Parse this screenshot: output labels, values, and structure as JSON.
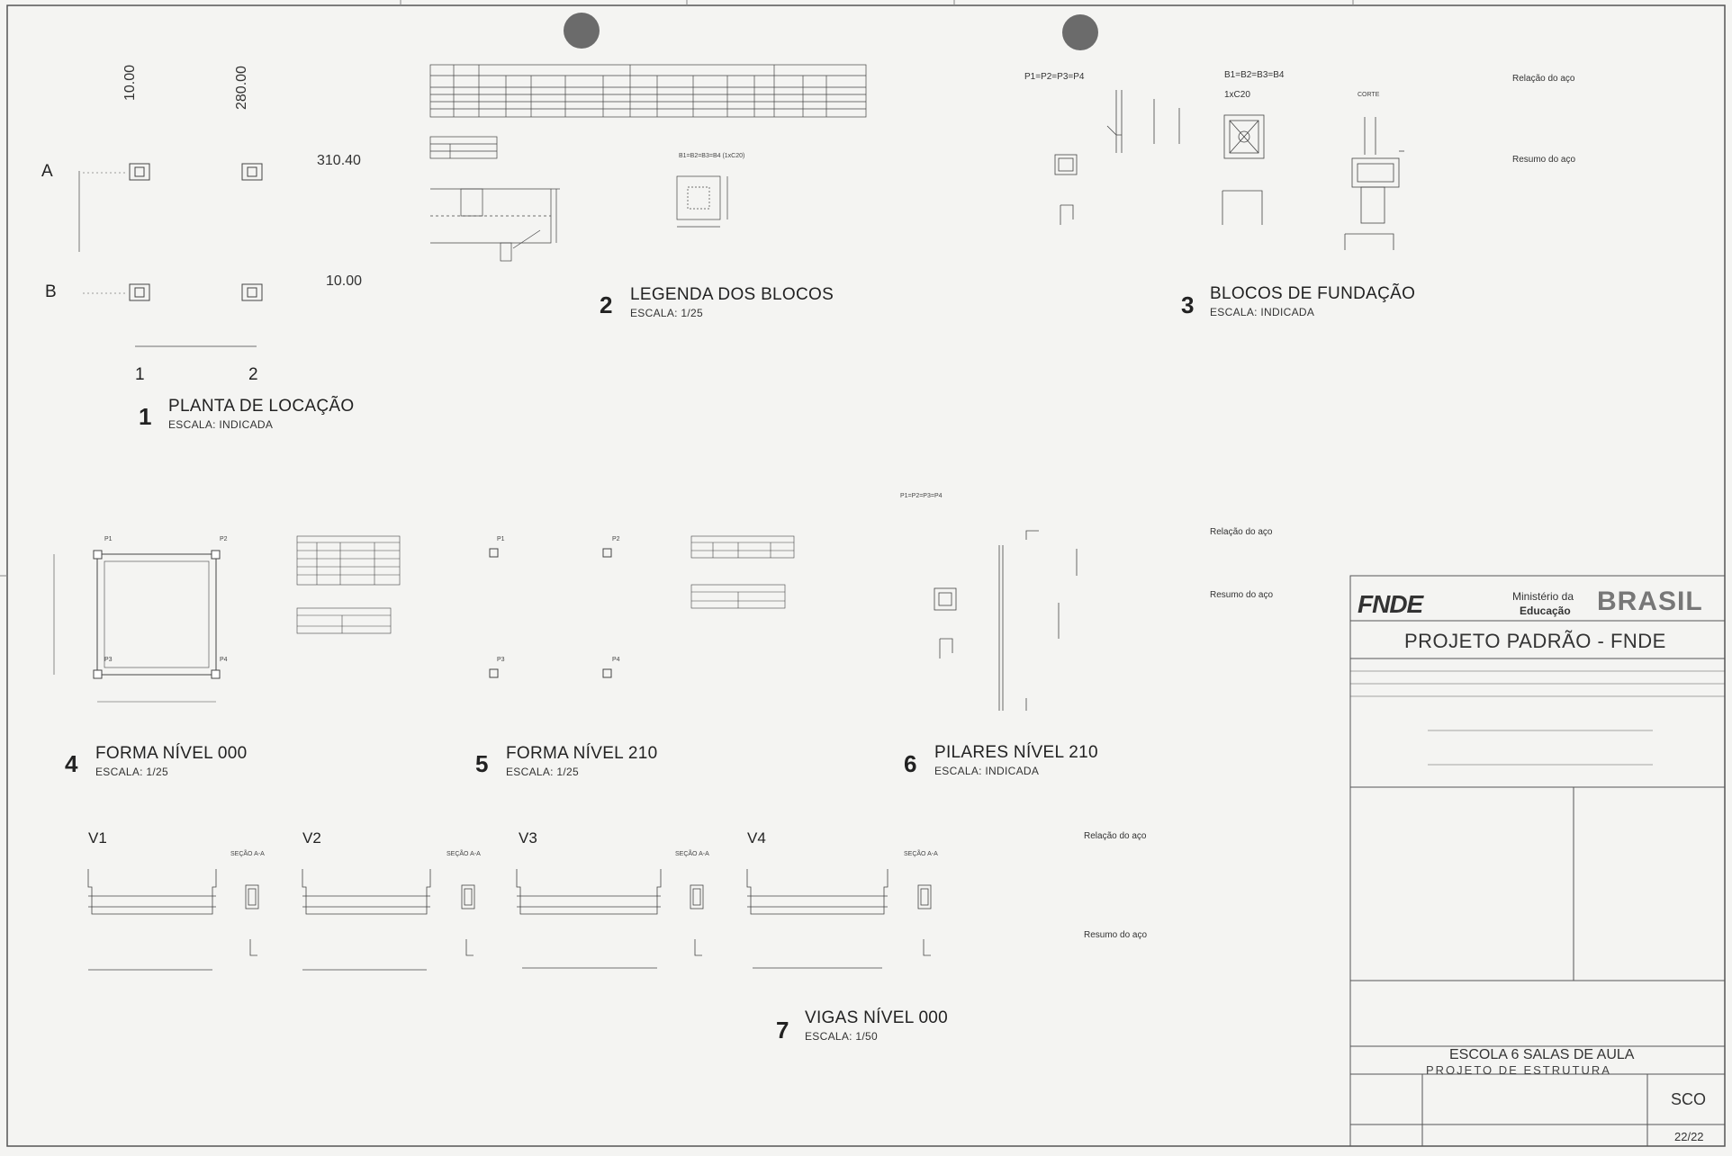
{
  "drawings": {
    "d1": {
      "number": "1",
      "title": "PLANTA DE LOCAÇÃO",
      "scale": "ESCALA: INDICADA"
    },
    "d2": {
      "number": "2",
      "title": "LEGENDA DOS BLOCOS",
      "scale": "ESCALA: 1/25"
    },
    "d3": {
      "number": "3",
      "title": "BLOCOS DE FUNDAÇÃO",
      "scale": "ESCALA: INDICADA"
    },
    "d4": {
      "number": "4",
      "title": "FORMA NÍVEL 000",
      "scale": "ESCALA: 1/25"
    },
    "d5": {
      "number": "5",
      "title": "FORMA NÍVEL 210",
      "scale": "ESCALA: 1/25"
    },
    "d6": {
      "number": "6",
      "title": "PILARES NÍVEL 210",
      "scale": "ESCALA: INDICADA"
    },
    "d7": {
      "number": "7",
      "title": "VIGAS NÍVEL 000",
      "scale": "ESCALA: 1/50"
    }
  },
  "planta_locacao": {
    "dim_top_1": "10.00",
    "dim_top_2": "280.00",
    "dim_right_1": "310.40",
    "dim_right_2": "10.00",
    "axis_a": "A",
    "axis_b": "B",
    "axis_1": "1",
    "axis_2": "2"
  },
  "blocos_labels": {
    "p_all": "P1=P2=P3=P4",
    "b_all": "B1=B2=B3=B4",
    "b_spec": "1xC20",
    "corte": "CORTE",
    "b_lab": "B1=B2=B3=B4 (1xC20)"
  },
  "pilares_210": {
    "label": "P1=P2=P3=P4"
  },
  "relacao": {
    "heading": "Relação do aço",
    "resumo": "Resumo do aço"
  },
  "vigas": {
    "v1": "V1",
    "v2": "V2",
    "v3": "V3",
    "v4": "V4",
    "secao": "SEÇÃO A-A"
  },
  "forma_000": {
    "p1": "P1",
    "p2": "P2",
    "p3": "P3",
    "p4": "P4"
  },
  "forma_210": {
    "p1": "P1",
    "p2": "P2",
    "p3": "P3",
    "p4": "P4"
  },
  "title_block": {
    "fnde": "FNDE",
    "ministerio": "Ministério da",
    "educacao": "Educação",
    "brasil": "BRASIL",
    "projeto": "PROJETO PADRÃO - FNDE",
    "escola": "ESCOLA 6 SALAS DE AULA",
    "estrutura": "PROJETO DE ESTRUTURA",
    "code": "SCO",
    "sheet": "22/22"
  }
}
